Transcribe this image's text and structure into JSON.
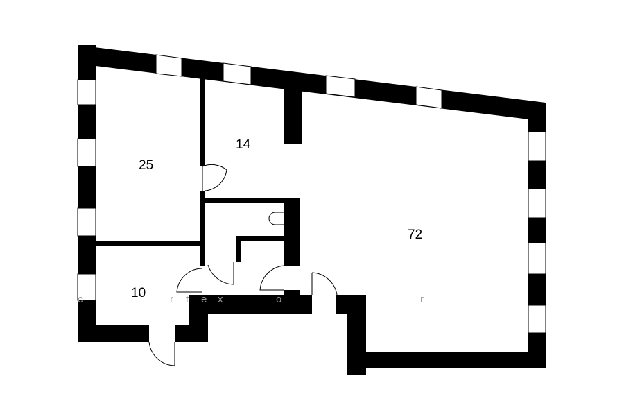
{
  "plan": {
    "rooms": [
      {
        "id": "room-a",
        "area": "25"
      },
      {
        "id": "room-b",
        "area": "14"
      },
      {
        "id": "room-c",
        "area": "72"
      },
      {
        "id": "room-d",
        "area": "10"
      }
    ],
    "watermark": [
      "c",
      "r",
      "t",
      "e",
      "x",
      "o",
      "r"
    ]
  },
  "colors": {
    "wall": "#000000",
    "background": "#ffffff",
    "watermark": "#9a9a9a"
  }
}
